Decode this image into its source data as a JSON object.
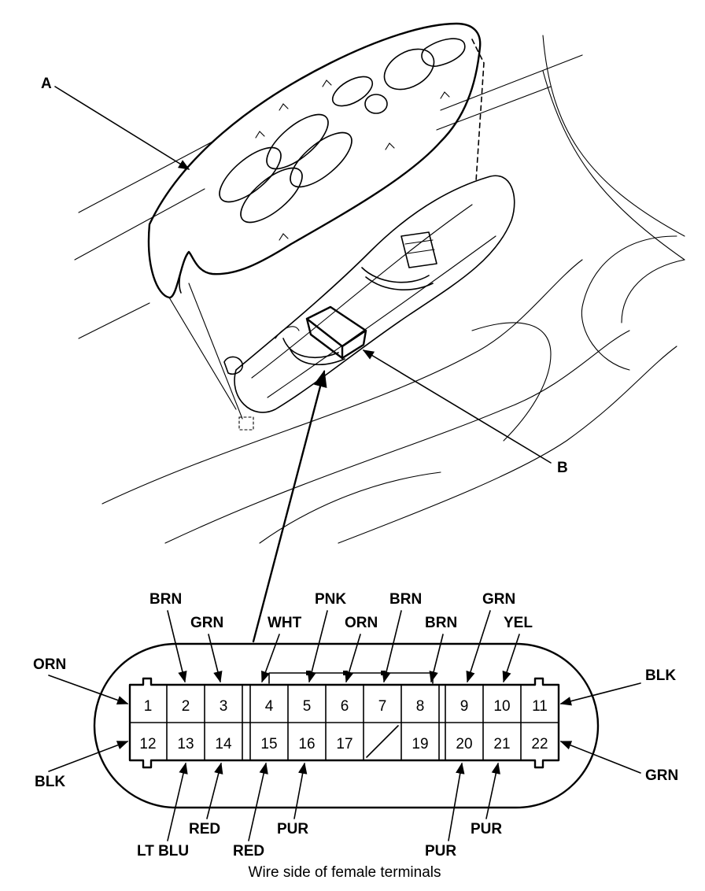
{
  "callouts": {
    "A": "A",
    "B": "B"
  },
  "connector": {
    "top_row": [
      "1",
      "2",
      "3",
      "4",
      "5",
      "6",
      "7",
      "8",
      "9",
      "10",
      "11"
    ],
    "bottom_row": [
      "12",
      "13",
      "14",
      "15",
      "16",
      "17",
      "",
      "19",
      "20",
      "21",
      "22"
    ]
  },
  "wire_labels": {
    "orn_1": "ORN",
    "brn_2": "BRN",
    "grn_3": "GRN",
    "wht_4": "WHT",
    "pnk_5": "PNK",
    "orn_6": "ORN",
    "brn_7": "BRN",
    "brn_8": "BRN",
    "grn_9": "GRN",
    "yel_10": "YEL",
    "blk_11": "BLK",
    "blk_12": "BLK",
    "ltblu_13": "LT BLU",
    "red_14": "RED",
    "red_15": "RED",
    "pur_16": "PUR",
    "pur_20": "PUR",
    "pur_21": "PUR",
    "grn_22": "GRN"
  },
  "caption": "Wire side of female terminals"
}
